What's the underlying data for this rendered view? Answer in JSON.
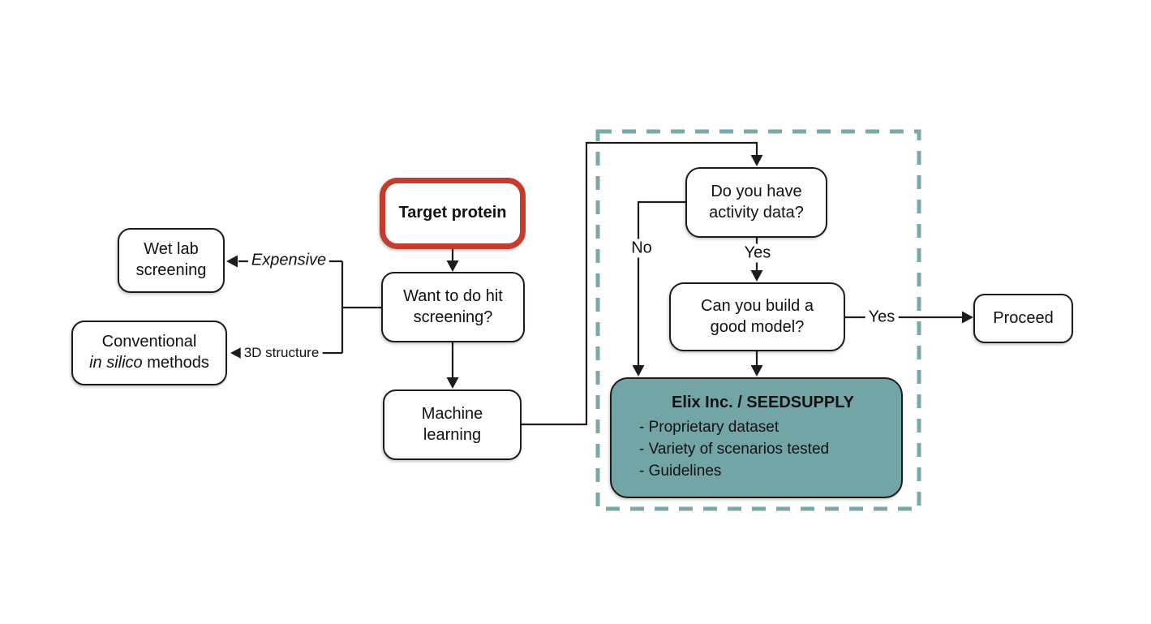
{
  "nodes": {
    "target_protein": {
      "label": "Target protein"
    },
    "hit_screening": {
      "line1": "Want to do hit",
      "line2": "screening?"
    },
    "wet_lab": {
      "line1": "Wet lab",
      "line2": "screening"
    },
    "conventional": {
      "line1": "Conventional",
      "line2_italic": "in silico",
      "line2_rest": " methods"
    },
    "machine_learning": {
      "line1": "Machine",
      "line2": "learning"
    },
    "activity_data": {
      "line1": "Do you have",
      "line2": "activity data?"
    },
    "good_model": {
      "line1": "Can you build a",
      "line2": "good model?"
    },
    "elix": {
      "title": "Elix Inc. / SEEDSUPPLY",
      "items": [
        "- Proprietary dataset",
        "- Variety of scenarios tested",
        "- Guidelines"
      ]
    },
    "proceed": {
      "label": "Proceed"
    }
  },
  "edge_labels": {
    "expensive": "Expensive",
    "three_d_structure": "3D structure",
    "no": "No",
    "yes_activity": "Yes",
    "yes_model": "Yes"
  },
  "colors": {
    "highlight_border": "#c43c2d",
    "teal_fill": "#74a5a6",
    "dashed_border": "#7aa9aa",
    "line": "#1c1c1c",
    "background": "#ffffff"
  }
}
